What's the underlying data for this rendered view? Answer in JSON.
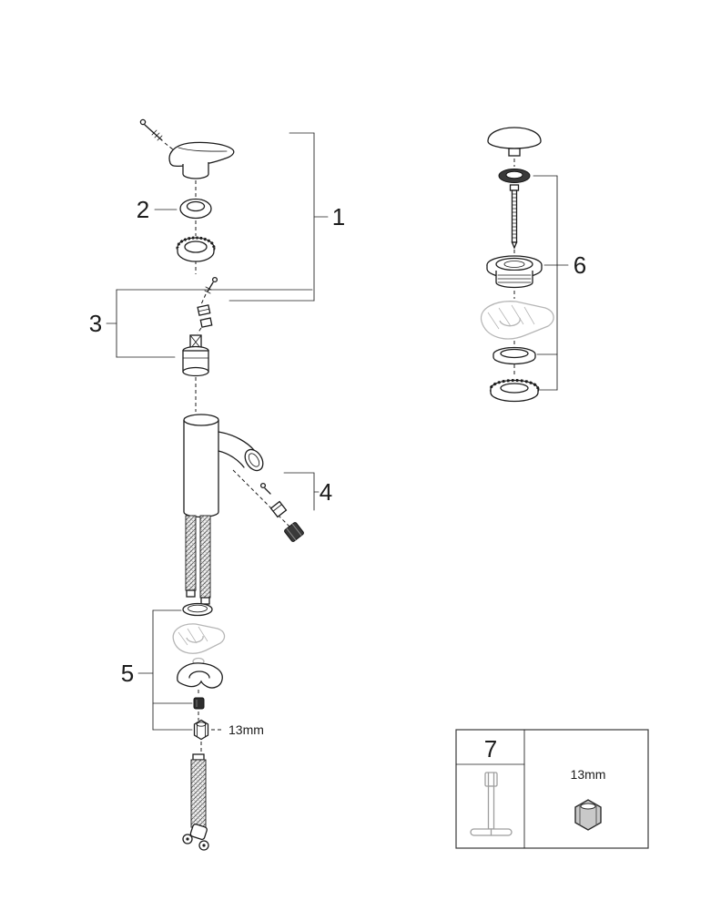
{
  "figure": {
    "kind": "exploded-parts-diagram",
    "background": "#ffffff",
    "line_color": "#1c1c1c",
    "muted_part_color": "#b6b6b6",
    "callouts": [
      {
        "label": "1",
        "refers_to": "handle-assembly"
      },
      {
        "label": "2",
        "refers_to": "handle-cap-ring"
      },
      {
        "label": "3",
        "refers_to": "cartridge-assembly"
      },
      {
        "label": "4",
        "refers_to": "aerator-assembly"
      },
      {
        "label": "5",
        "refers_to": "mounting-set"
      },
      {
        "label": "6",
        "refers_to": "waste-drain-set"
      },
      {
        "label": "7",
        "refers_to": "mounting-tool"
      }
    ],
    "annotations": {
      "hex_nut_size": "13mm",
      "tool_box_nut_size": "13mm"
    }
  }
}
